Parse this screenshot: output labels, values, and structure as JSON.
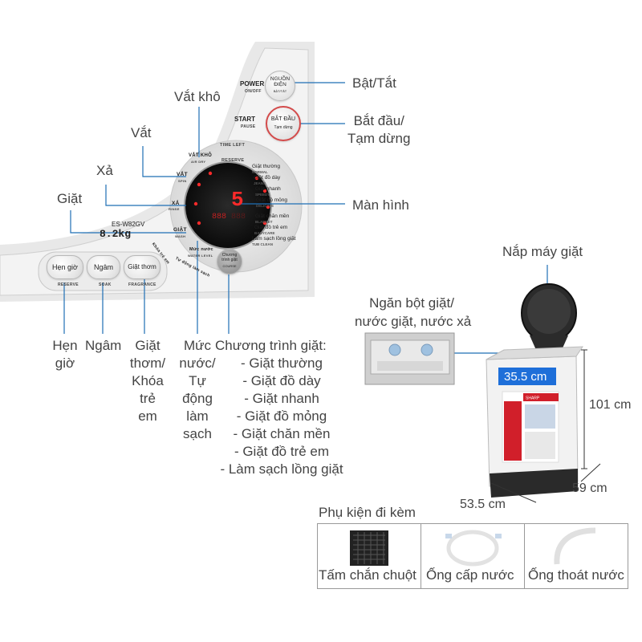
{
  "panel": {
    "power_label": "POWER",
    "power_sub": "ON/OFF",
    "power_btn": "NGUỒN ĐIỆN",
    "power_btn_sub": "BẬT/TẮT",
    "start_label": "START",
    "start_sub": "PAUSE",
    "start_btn": "BẮT ĐẦU",
    "start_btn_sub": "Tạm dừng",
    "time_left": "TIME LEFT",
    "reserve": "RESERVE",
    "dry": "VẮT KHÔ",
    "dry_sub": "AIR DRY",
    "spin": "VẮT",
    "spin_sub": "SPIN",
    "rinse": "XẢ",
    "rinse_sub": "RINSE",
    "wash": "GIẶT",
    "wash_sub": "WASH",
    "model": "ES-W82GV",
    "capacity": "8.2kg",
    "display_digit": "5",
    "water_level": "Mức nước",
    "water_level_sub": "WATER LEVEL",
    "auto_clean": "Tự động làm sạch",
    "child_lock": "Khóa trẻ em",
    "program_btn": "Chương trình giặt",
    "program_btn_sub": "COURSE",
    "reserve_btn": "Hẹn giờ",
    "reserve_btn_sub": "RESERVE",
    "soak_btn": "Ngâm",
    "soak_btn_sub": "SOAK",
    "fragrance_btn": "Giặt thơm",
    "fragrance_btn_sub": "FRAGRANCE",
    "programs": [
      {
        "vi": "Giặt thường",
        "en": "NORMAL"
      },
      {
        "vi": "Giặt đồ dày",
        "en": "JEANS"
      },
      {
        "vi": "Giặt nhanh",
        "en": "SPEEDY"
      },
      {
        "vi": "Giặt đồ mỏng",
        "en": "DELICATE"
      },
      {
        "vi": "Giặt chăn mền",
        "en": "BLANKET"
      },
      {
        "vi": "Giặt đồ trẻ em",
        "en": "BABYCARE"
      },
      {
        "vi": "Làm sạch lồng giặt",
        "en": "TUB CLEAN"
      }
    ]
  },
  "callouts": {
    "power": "Bật/Tắt",
    "start": "Bắt đầu/\nTạm dừng",
    "display": "Màn hình",
    "dry": "Vắt khô",
    "spin": "Vắt",
    "rinse": "Xả",
    "wash": "Giặt",
    "reserve": "Hẹn\ngiờ",
    "soak": "Ngâm",
    "fragrance": "Giặt\nthơm/\nKhóa\ntrẻ\nem",
    "water": "Mức\nnước/\nTự\nđộng\nlàm\nsạch",
    "programs_title": "Chương trình giặt:",
    "programs": [
      "- Giặt thường",
      "- Giặt đồ dày",
      "- Giặt nhanh",
      "- Giặt đồ mỏng",
      "- Giặt chăn mền",
      "- Giặt đồ trẻ em",
      "- Làm sạch lồng giặt"
    ]
  },
  "machine": {
    "lid": "Nắp máy giặt",
    "drawer": "Ngăn bột giặt/\nnước giặt, nước xả",
    "dim_opening": "35.5 cm",
    "dim_height": "101 cm",
    "dim_depth": "59 cm",
    "dim_width": "53.5 cm",
    "brand": "SHARP"
  },
  "accessories": {
    "title": "Phụ kiện đi kèm",
    "items": [
      "Tấm chắn chuột",
      "Ống cấp nước",
      "Ống thoát nước"
    ]
  },
  "colors": {
    "callout_line": "#1f6fb5",
    "dimension_box": "#1e6fd9",
    "display_red": "#ff2a2a"
  }
}
